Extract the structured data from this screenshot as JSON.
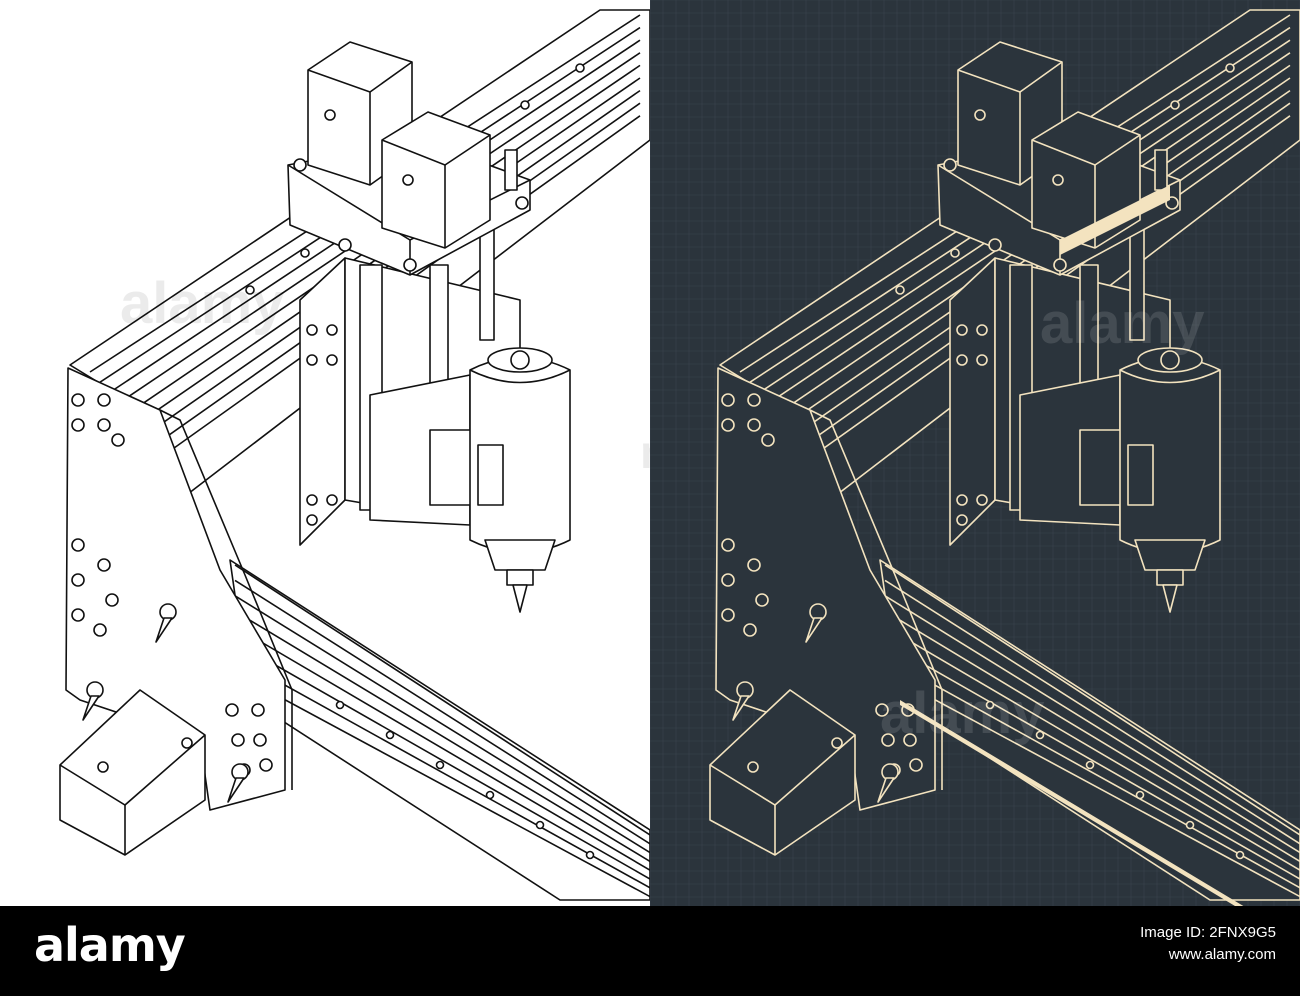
{
  "watermark": {
    "text": "alamy",
    "text_short": "my"
  },
  "footer": {
    "logo": "alamy",
    "image_id_label": "Image ID: 2FNX9G5",
    "site": "www.alamy.com"
  },
  "colors": {
    "light_bg": "#ffffff",
    "light_stroke": "#111111",
    "dark_bg": "#2b343c",
    "dark_stroke": "#f3e3bf",
    "dark_grid": "#3a444d",
    "footer_bg": "#000000"
  }
}
